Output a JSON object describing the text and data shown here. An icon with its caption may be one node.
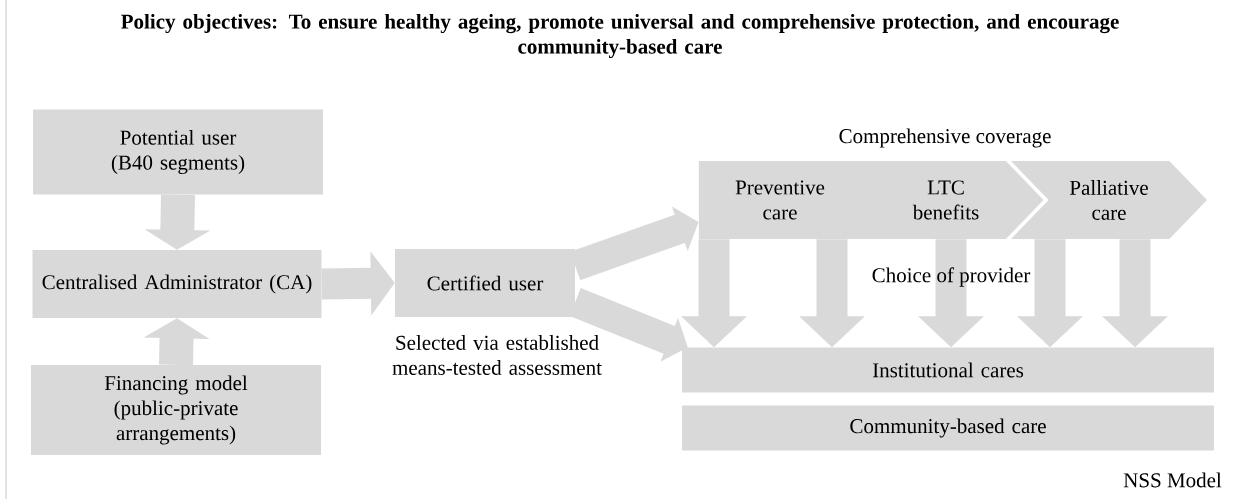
{
  "diagram": {
    "title": "Policy objectives: To ensure healthy ageing, promote universal and comprehensive protection, and encourage community-based care",
    "nodes": [
      {
        "text": [
          "Potential user (B40 segments)"
        ]
      },
      {
        "text": [
          "Centralised Administrator (CA)"
        ]
      },
      {
        "text": [
          "Financing model (public-private arrangements)"
        ]
      },
      {
        "text": [
          "Certified user"
        ],
        "beside": [
          "Selected via established means-tested assessment"
        ]
      },
      {
        "text": [
          "Preventive care"
        ]
      },
      {
        "text": [
          "LTC benefits"
        ]
      },
      {
        "text": [
          "Palliative care"
        ]
      },
      {
        "text": [
          "Institutional cares"
        ]
      },
      {
        "text": [
          "Community-based care"
        ]
      }
    ],
    "edges": [
      {
        "from": 0,
        "to": 1,
        "arrow": "to"
      },
      {
        "from": 2,
        "to": 1,
        "arrow": "to"
      },
      {
        "from": 1,
        "to": 3,
        "arrow": "to"
      },
      {
        "from": 3,
        "to": 4,
        "arrow": "to"
      },
      {
        "from": 3,
        "to": 7,
        "arrow": "to"
      },
      {
        "from": 4,
        "to": 7,
        "arrow": "to"
      },
      {
        "from": 4,
        "to": 7,
        "arrow": "to"
      },
      {
        "from": 5,
        "to": 7,
        "arrow": "to"
      },
      {
        "from": 6,
        "to": 7,
        "arrow": "to"
      },
      {
        "from": 6,
        "to": 7,
        "arrow": "to"
      }
    ],
    "labels": [
      "Comprehensive coverage",
      "Choice of provider",
      "NSS Model"
    ]
  }
}
